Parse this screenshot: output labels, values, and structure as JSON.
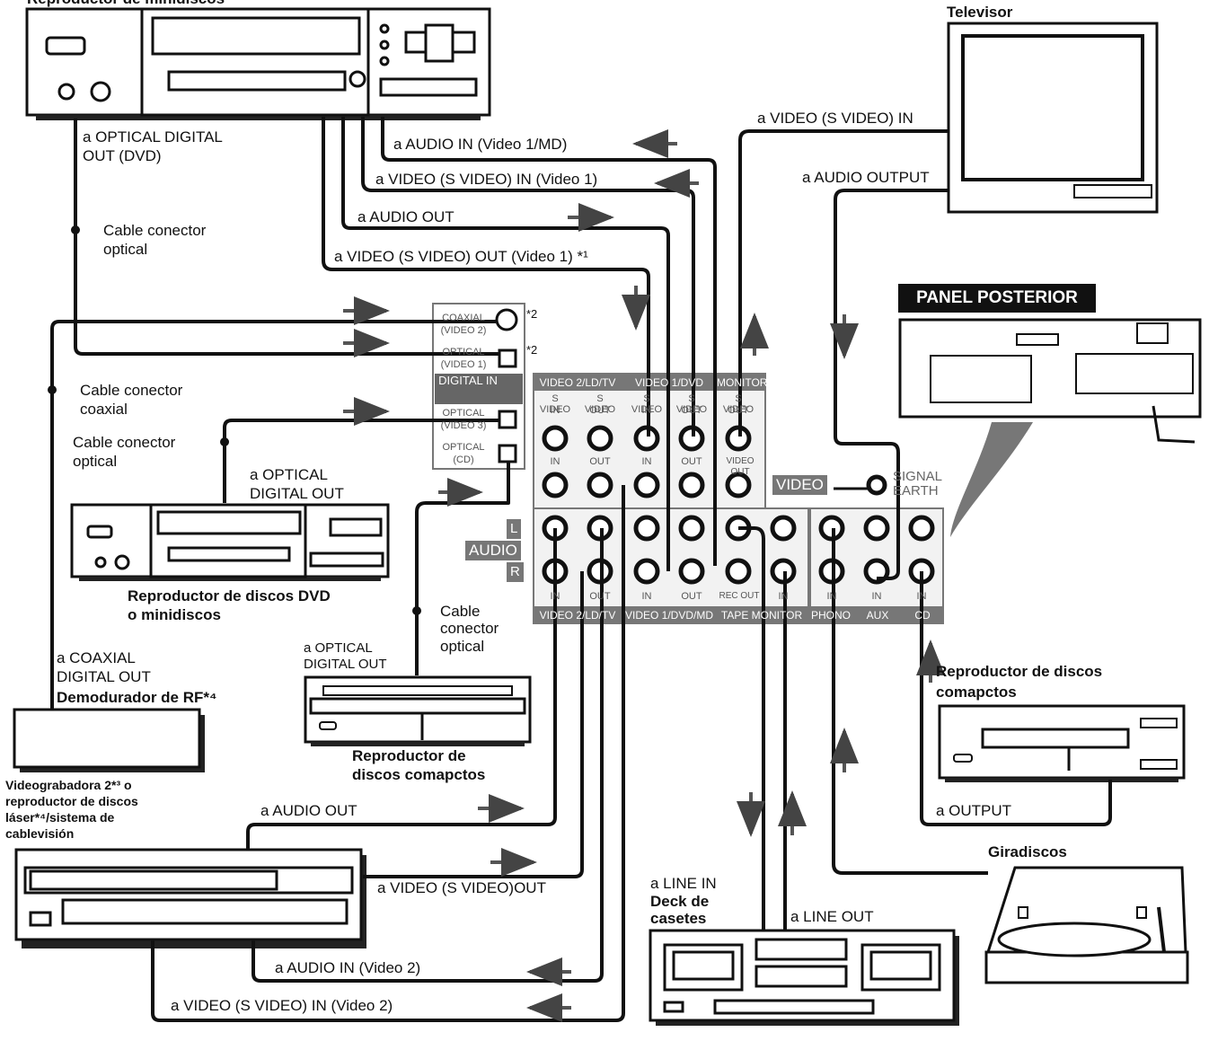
{
  "devices": {
    "minidisc_top_title": "Reproductor de minidiscos",
    "tv": "Televisor",
    "rear_panel": "PANEL POSTERIOR",
    "dvd": [
      "Reproductor de discos DVD",
      "o minidiscos"
    ],
    "cd_left": [
      "Reproductor de",
      "discos comapctos"
    ],
    "cd_right": [
      "Reproductor de discos",
      "comapctos"
    ],
    "rf_demod": "Demodurador de RF*⁴",
    "vcr2": [
      "Videograbadora 2*³ o",
      "reproductor de discos",
      "láser*⁴/sistema de",
      "cablevisión"
    ],
    "deck": [
      "Deck de",
      "casetes"
    ],
    "turntable": "Giradiscos"
  },
  "connections": {
    "optical_digital_out_dvd": [
      "a OPTICAL DIGITAL",
      "OUT (DVD)"
    ],
    "audio_in_video1md": "a AUDIO IN (Video 1/MD)",
    "video_svideo_in_video1": "a VIDEO (S VIDEO) IN (Video 1)",
    "audio_out_top": "a AUDIO OUT",
    "video_svideo_out_video1": "a VIDEO (S VIDEO) OUT (Video 1) *¹",
    "tv_video_in": "a VIDEO (S VIDEO) IN",
    "tv_audio_output": "a AUDIO OUTPUT",
    "cable_optical_1": [
      "Cable conector",
      "optical"
    ],
    "cable_coaxial": [
      "Cable conector",
      "coaxial"
    ],
    "cable_optical_2": [
      "Cable conector",
      "optical"
    ],
    "cable_optical_3": [
      "Cable",
      "conector",
      "optical"
    ],
    "dvd_optical_out": [
      "a OPTICAL",
      "DIGITAL OUT"
    ],
    "cd_optical_out": [
      "a OPTICAL",
      "DIGITAL OUT"
    ],
    "coaxial_digital_out": [
      "a COAXIAL",
      "DIGITAL OUT"
    ],
    "vcr_audio_out": "a AUDIO OUT",
    "vcr_video_out": "a VIDEO  (S VIDEO)OUT",
    "vcr_audio_in": "a AUDIO IN (Video 2)",
    "vcr_video_in": "a VIDEO (S VIDEO) IN (Video 2)",
    "deck_line_in": "a LINE IN",
    "deck_line_out": "a LINE OUT",
    "cd_output": "a OUTPUT"
  },
  "receiver": {
    "digital_in": [
      "COAXIAL",
      "(VIDEO 2)",
      "OPTICAL",
      "(VIDEO 1)",
      "DIGITAL IN",
      "OPTICAL",
      "(VIDEO 3)",
      "OPTICAL",
      "(CD)"
    ],
    "footnote_mark": "*2",
    "groups_top": [
      "VIDEO 2/LD/TV",
      "VIDEO 1/DVD",
      "MONITOR"
    ],
    "svideo": [
      "S VIDEO",
      "IN",
      "S VIDEO",
      "OUT",
      "S VIDEO",
      "IN",
      "S VIDEO",
      "OUT",
      "S VIDEO",
      "OUT"
    ],
    "video_row": [
      "IN",
      "OUT",
      "IN",
      "OUT",
      "VIDEO OUT"
    ],
    "video_tag": "VIDEO",
    "signal_earth": [
      "SIGNAL",
      "EARTH"
    ],
    "audio_tag": "AUDIO",
    "l": "L",
    "r": "R",
    "audio_row": [
      "IN",
      "OUT",
      "IN",
      "OUT",
      "REC OUT",
      "IN",
      "IN",
      "IN",
      "IN"
    ],
    "groups_bottom": [
      "VIDEO 2/LD/TV",
      "VIDEO 1/DVD/MD",
      "TAPE MONITOR",
      "PHONO",
      "AUX",
      "CD"
    ]
  }
}
